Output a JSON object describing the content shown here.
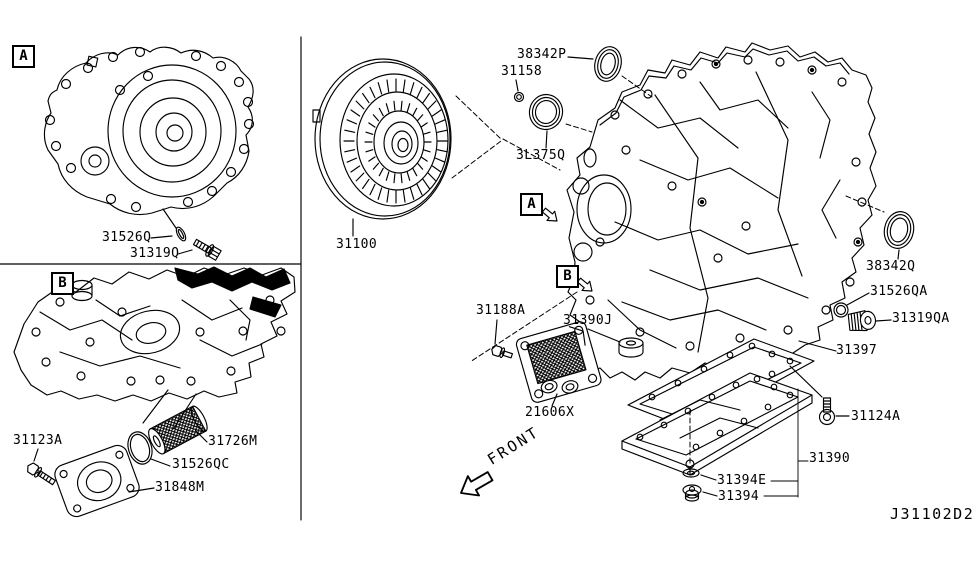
{
  "diagram": {
    "code": "J31102D2",
    "front_label": "FRONT",
    "markers": {
      "a": "A",
      "b": "B"
    },
    "callouts": {
      "c31526Q": "31526Q",
      "c31319Q": "31319Q",
      "c31123A": "31123A",
      "c31726M": "31726M",
      "c31526QC": "31526QC",
      "c31848M": "31848M",
      "c31100": "31100",
      "c38342P": "38342P",
      "c31158": "31158",
      "c3L375Q": "3L375Q",
      "c31188A": "31188A",
      "c31390J": "31390J",
      "c21606X": "21606X",
      "c38342Q": "38342Q",
      "c31526QA": "31526QA",
      "c31319QA": "31319QA",
      "c31397": "31397",
      "c31124A": "31124A",
      "c31390": "31390",
      "c31394E": "31394E",
      "c31394": "31394"
    }
  }
}
